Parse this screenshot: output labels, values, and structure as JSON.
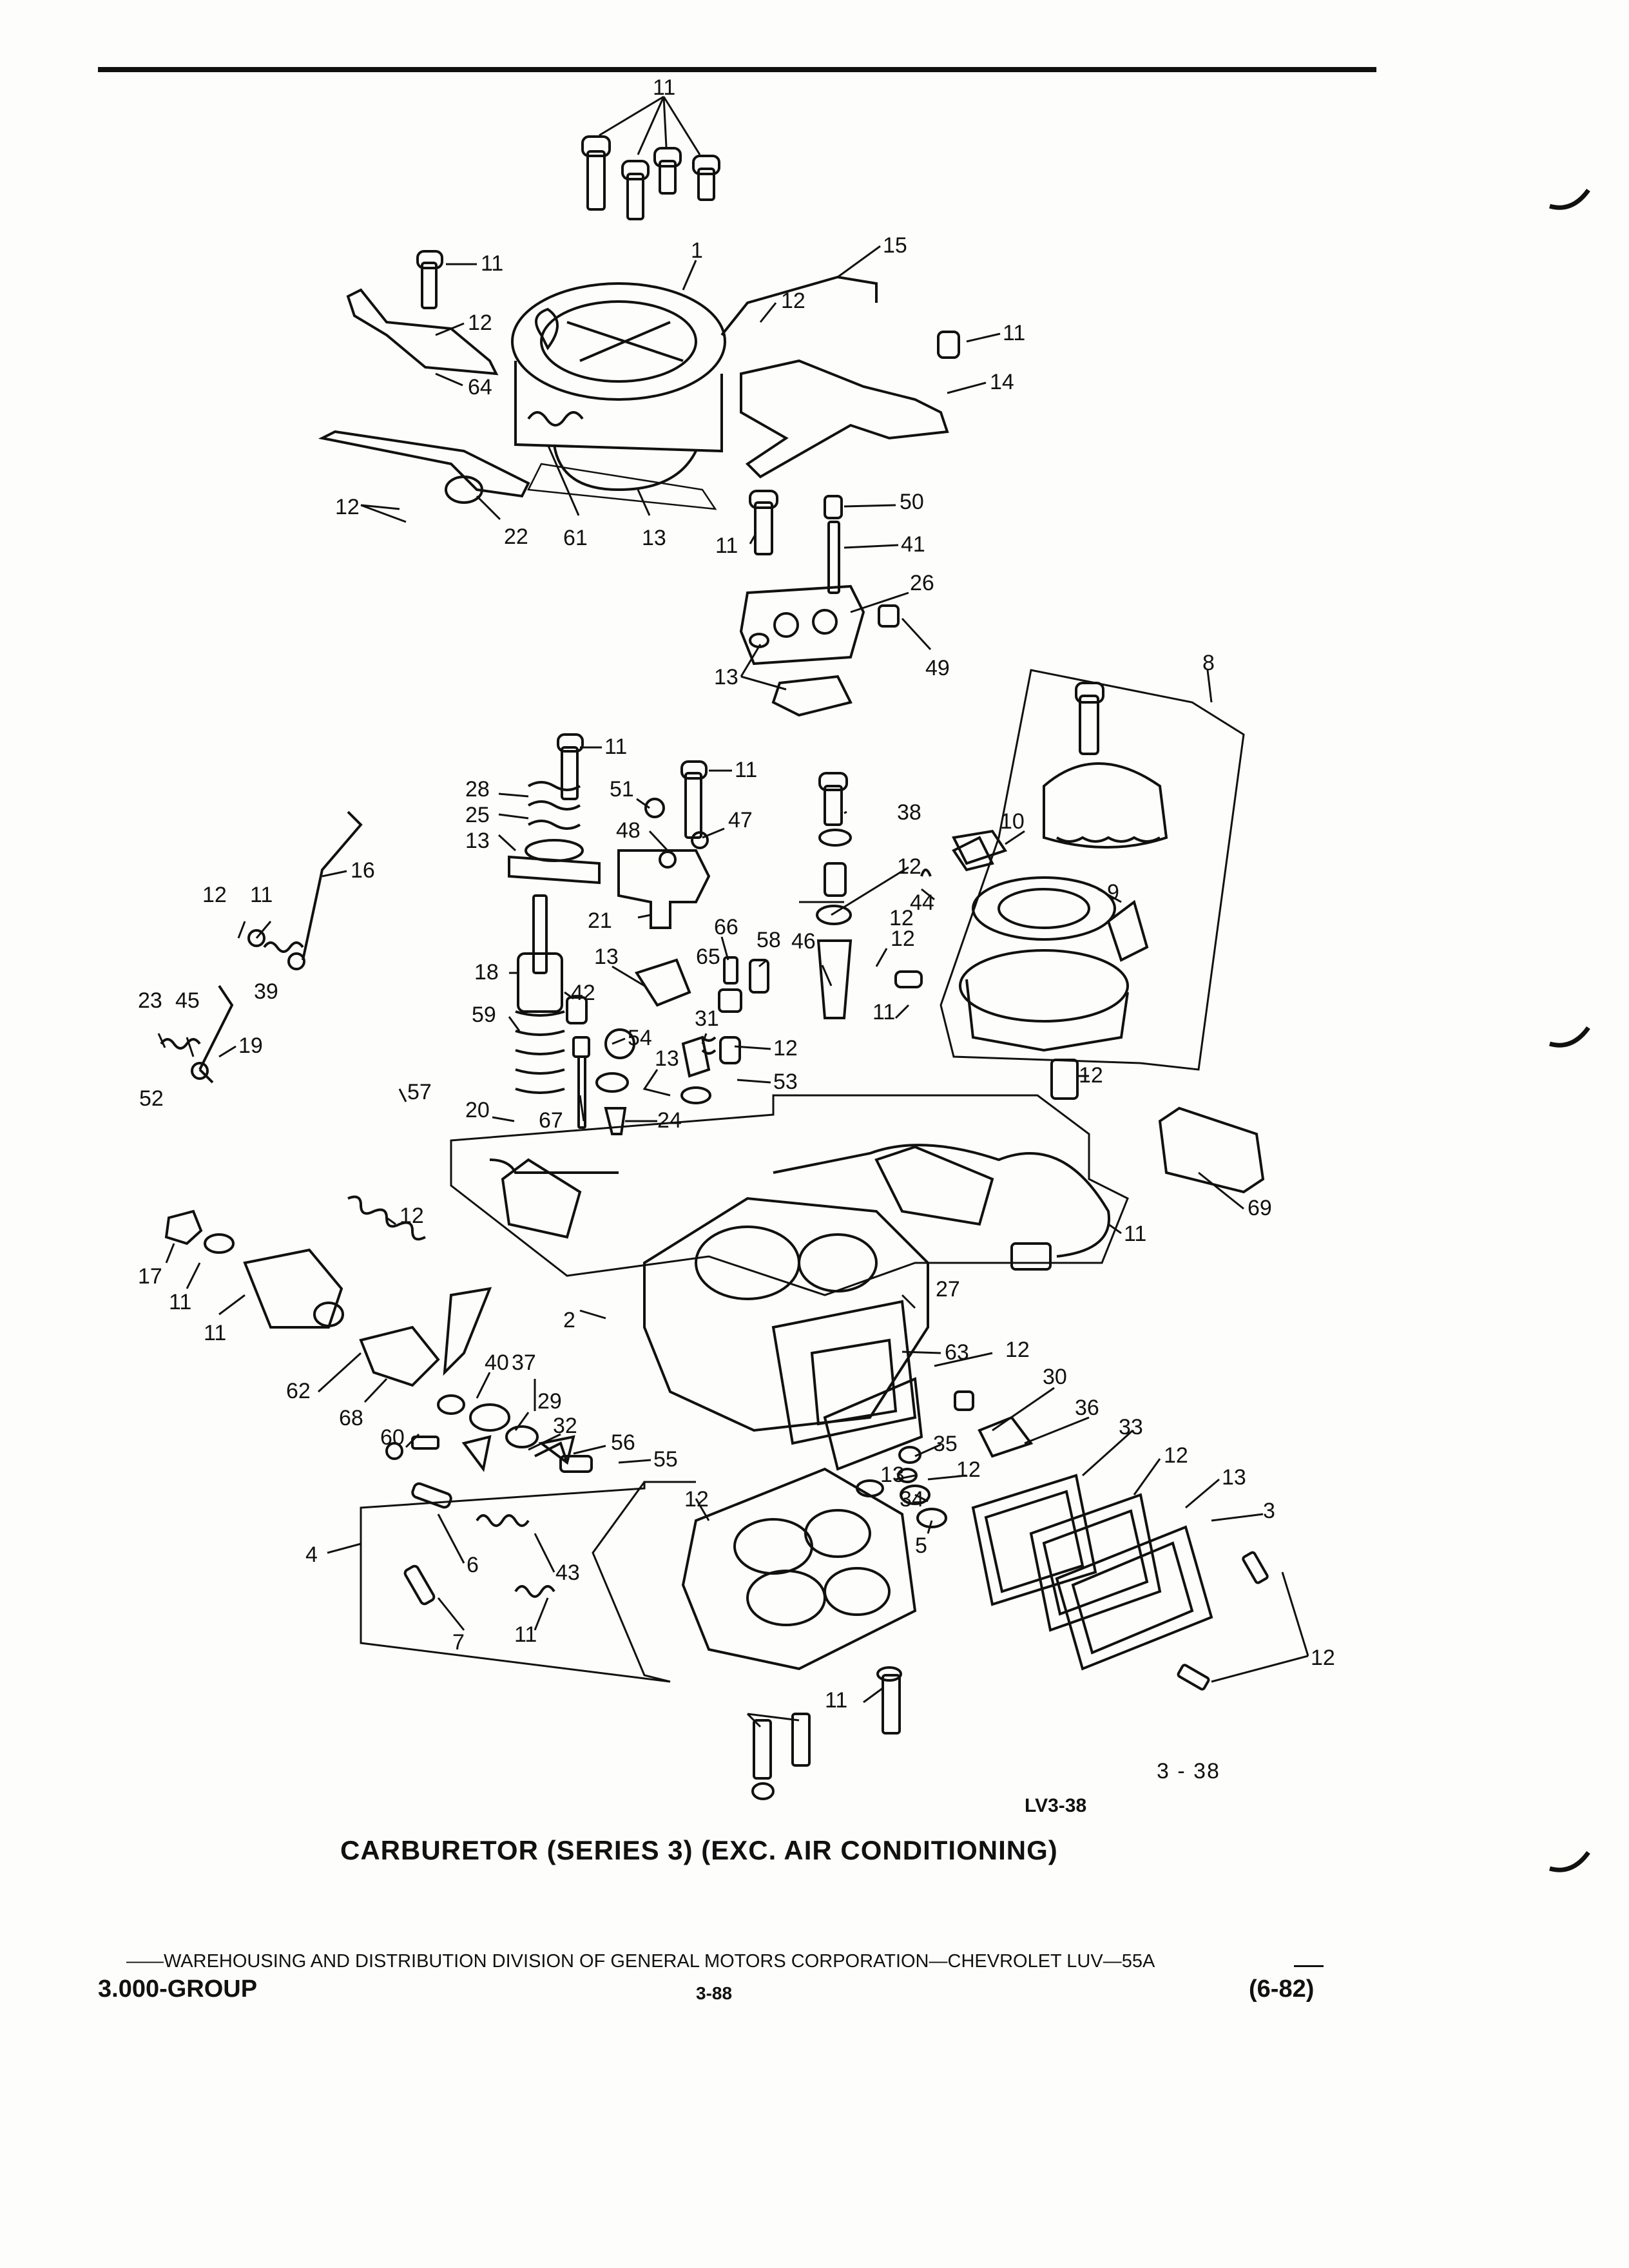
{
  "figure": {
    "number": "3 - 38",
    "code": "LV3-38",
    "caption": "CARBURETOR (SERIES 3) (EXC. AIR CONDITIONING)"
  },
  "footer": {
    "line": "——WAREHOUSING AND DISTRIBUTION  DIVISION OF GENERAL MOTORS CORPORATION—CHEVROLET LUV—55A",
    "group": "3.000-GROUP",
    "page": "3-88",
    "date": "(6-82)"
  },
  "callouts": [
    {
      "id": "c-11-top",
      "text": "11"
    },
    {
      "id": "c-11-a",
      "text": "11"
    },
    {
      "id": "c-12-a",
      "text": "12"
    },
    {
      "id": "c-64",
      "text": "64"
    },
    {
      "id": "c-1",
      "text": "1"
    },
    {
      "id": "c-15",
      "text": "15"
    },
    {
      "id": "c-12-b",
      "text": "12"
    },
    {
      "id": "c-11-b",
      "text": "11"
    },
    {
      "id": "c-14",
      "text": "14"
    },
    {
      "id": "c-12-c",
      "text": "12"
    },
    {
      "id": "c-22",
      "text": "22"
    },
    {
      "id": "c-61",
      "text": "61"
    },
    {
      "id": "c-13-a",
      "text": "13"
    },
    {
      "id": "c-50",
      "text": "50"
    },
    {
      "id": "c-11-c",
      "text": "11"
    },
    {
      "id": "c-41",
      "text": "41"
    },
    {
      "id": "c-26",
      "text": "26"
    },
    {
      "id": "c-49",
      "text": "49"
    },
    {
      "id": "c-13-b",
      "text": "13"
    },
    {
      "id": "c-8",
      "text": "8"
    },
    {
      "id": "c-11-d",
      "text": "11"
    },
    {
      "id": "c-11-e",
      "text": "11"
    },
    {
      "id": "c-28",
      "text": "28"
    },
    {
      "id": "c-25",
      "text": "25"
    },
    {
      "id": "c-13-c",
      "text": "13"
    },
    {
      "id": "c-51",
      "text": "51"
    },
    {
      "id": "c-48",
      "text": "48"
    },
    {
      "id": "c-47",
      "text": "47"
    },
    {
      "id": "c-38",
      "text": "38"
    },
    {
      "id": "c-10",
      "text": "10"
    },
    {
      "id": "c-16",
      "text": "16"
    },
    {
      "id": "c-12-d",
      "text": "12"
    },
    {
      "id": "c-11-f",
      "text": "11"
    },
    {
      "id": "c-21",
      "text": "21"
    },
    {
      "id": "c-66",
      "text": "66"
    },
    {
      "id": "c-12-e",
      "text": "12"
    },
    {
      "id": "c-44",
      "text": "44"
    },
    {
      "id": "c-12-f",
      "text": "12"
    },
    {
      "id": "c-9",
      "text": "9"
    },
    {
      "id": "c-39",
      "text": "39"
    },
    {
      "id": "c-18",
      "text": "18"
    },
    {
      "id": "c-13-d",
      "text": "13"
    },
    {
      "id": "c-65",
      "text": "65"
    },
    {
      "id": "c-58",
      "text": "58"
    },
    {
      "id": "c-46",
      "text": "46"
    },
    {
      "id": "c-12-g",
      "text": "12"
    },
    {
      "id": "c-11-g",
      "text": "11"
    },
    {
      "id": "c-23",
      "text": "23"
    },
    {
      "id": "c-45",
      "text": "45"
    },
    {
      "id": "c-19",
      "text": "19"
    },
    {
      "id": "c-42",
      "text": "42"
    },
    {
      "id": "c-59",
      "text": "59"
    },
    {
      "id": "c-54",
      "text": "54"
    },
    {
      "id": "c-31",
      "text": "31"
    },
    {
      "id": "c-12-h",
      "text": "12"
    },
    {
      "id": "c-52",
      "text": "52"
    },
    {
      "id": "c-13-e",
      "text": "13"
    },
    {
      "id": "c-53",
      "text": "53"
    },
    {
      "id": "c-12-i",
      "text": "12"
    },
    {
      "id": "c-57",
      "text": "57"
    },
    {
      "id": "c-20",
      "text": "20"
    },
    {
      "id": "c-67",
      "text": "67"
    },
    {
      "id": "c-24",
      "text": "24"
    },
    {
      "id": "c-69",
      "text": "69"
    },
    {
      "id": "c-12-j",
      "text": "12"
    },
    {
      "id": "c-11-h",
      "text": "11"
    },
    {
      "id": "c-17",
      "text": "17"
    },
    {
      "id": "c-11-i",
      "text": "11"
    },
    {
      "id": "c-11-j",
      "text": "11"
    },
    {
      "id": "c-2",
      "text": "2"
    },
    {
      "id": "c-27",
      "text": "27"
    },
    {
      "id": "c-63",
      "text": "63"
    },
    {
      "id": "c-12-k",
      "text": "12"
    },
    {
      "id": "c-62",
      "text": "62"
    },
    {
      "id": "c-40",
      "text": "40"
    },
    {
      "id": "c-37",
      "text": "37"
    },
    {
      "id": "c-30",
      "text": "30"
    },
    {
      "id": "c-68",
      "text": "68"
    },
    {
      "id": "c-29",
      "text": "29"
    },
    {
      "id": "c-36",
      "text": "36"
    },
    {
      "id": "c-60",
      "text": "60"
    },
    {
      "id": "c-32",
      "text": "32"
    },
    {
      "id": "c-56",
      "text": "56"
    },
    {
      "id": "c-33",
      "text": "33"
    },
    {
      "id": "c-35",
      "text": "35"
    },
    {
      "id": "c-12-l",
      "text": "12"
    },
    {
      "id": "c-55",
      "text": "55"
    },
    {
      "id": "c-12-m",
      "text": "12"
    },
    {
      "id": "c-13-f",
      "text": "13"
    },
    {
      "id": "c-13-g",
      "text": "13"
    },
    {
      "id": "c-12-n",
      "text": "12"
    },
    {
      "id": "c-34",
      "text": "34"
    },
    {
      "id": "c-3",
      "text": "3"
    },
    {
      "id": "c-4",
      "text": "4"
    },
    {
      "id": "c-6",
      "text": "6"
    },
    {
      "id": "c-43",
      "text": "43"
    },
    {
      "id": "c-5",
      "text": "5"
    },
    {
      "id": "c-7",
      "text": "7"
    },
    {
      "id": "c-11-k",
      "text": "11"
    },
    {
      "id": "c-12-o",
      "text": "12"
    },
    {
      "id": "c-11-l",
      "text": "11"
    }
  ]
}
